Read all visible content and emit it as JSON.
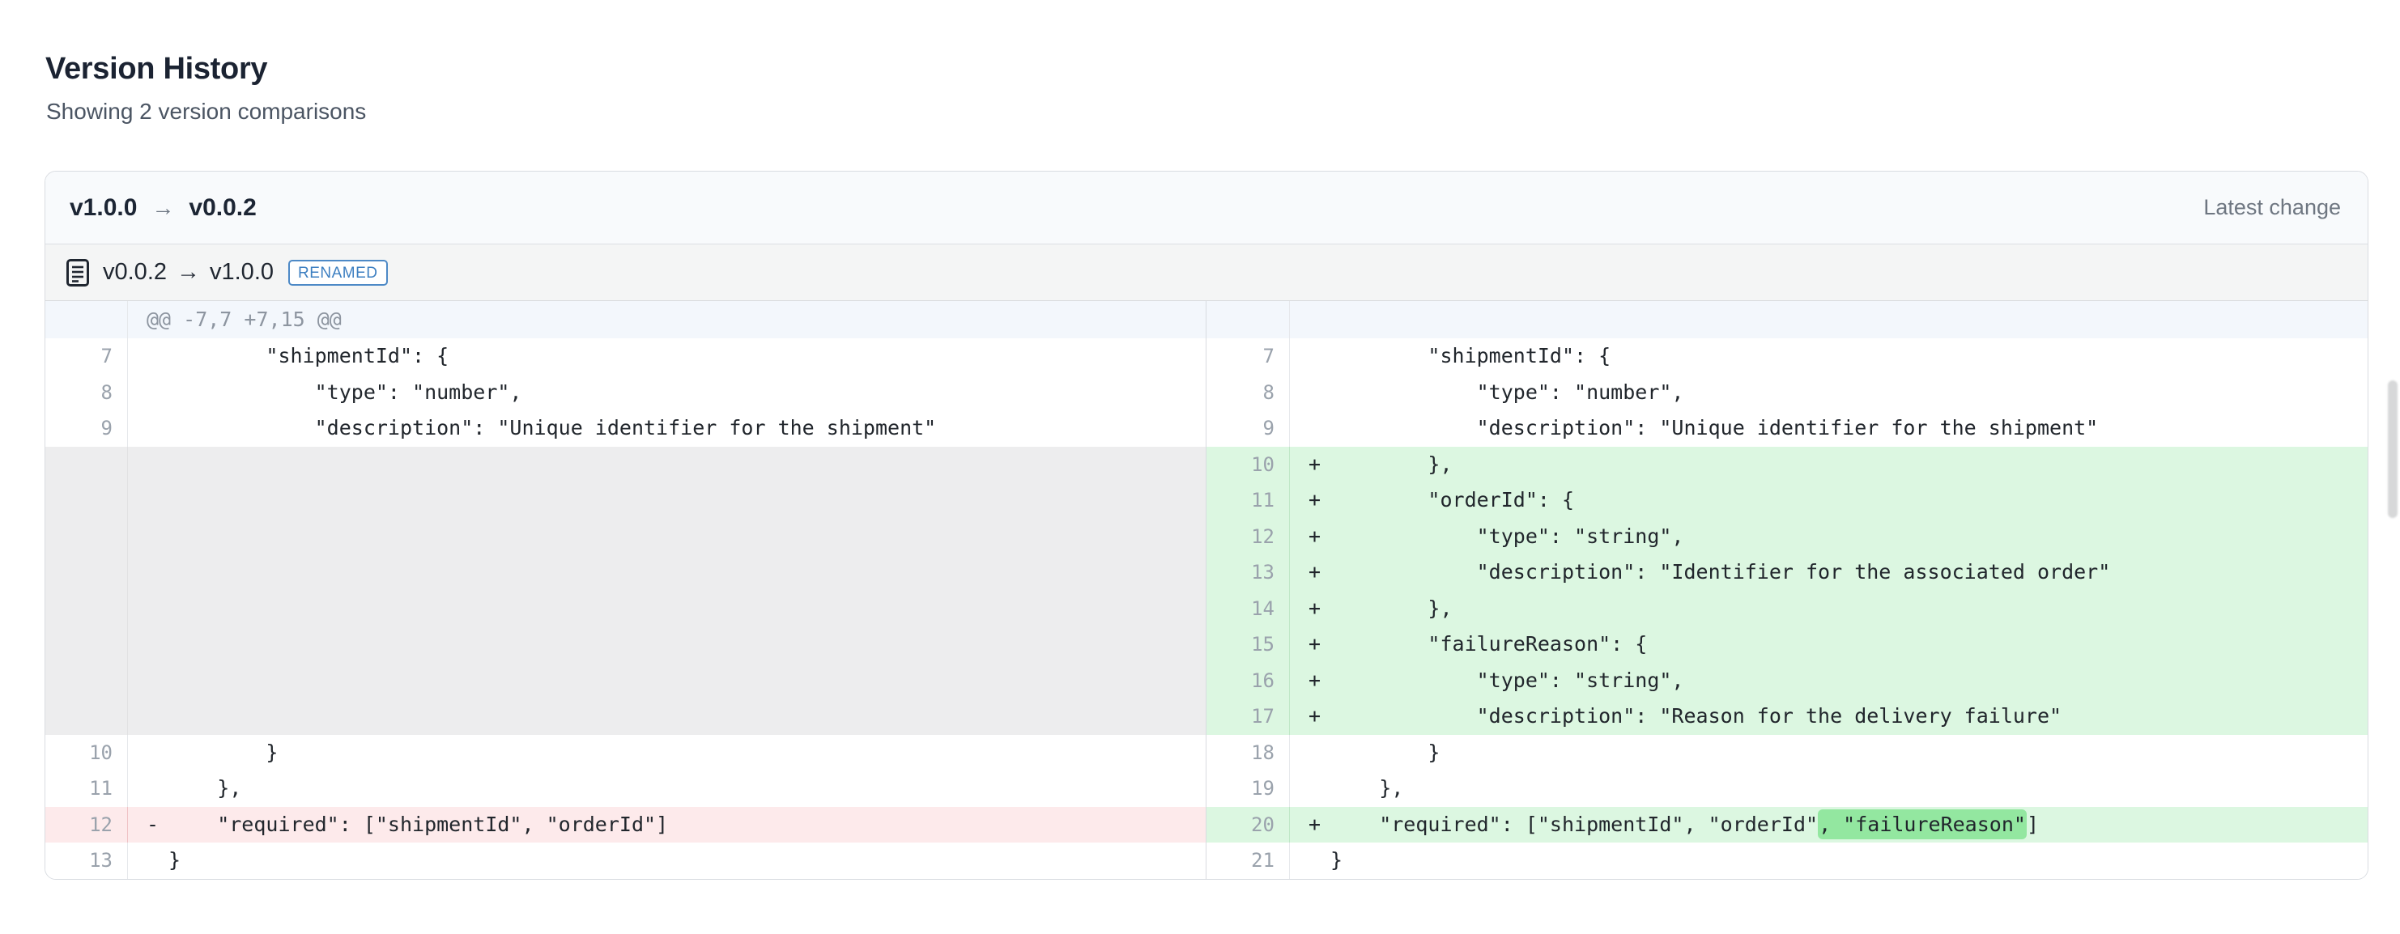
{
  "page": {
    "title": "Version History",
    "subtitle": "Showing 2 version comparisons"
  },
  "comparison": {
    "header": {
      "from": "v1.0.0",
      "arrow": "→",
      "to": "v0.0.2",
      "meta": "Latest change"
    },
    "file": {
      "from": "v0.0.2",
      "arrow": "→",
      "to": "v1.0.0",
      "badge": "RENAMED",
      "icon": "file-document-icon"
    },
    "diff": {
      "hunk_header": "@@ -7,7 +7,15 @@",
      "rows": [
        {
          "left": {
            "type": "hunk",
            "text": "@@ -7,7 +7,15 @@"
          },
          "right": {
            "type": "hunk",
            "text": ""
          }
        },
        {
          "left": {
            "type": "context",
            "num": "7",
            "text": "        \"shipmentId\": {"
          },
          "right": {
            "type": "context",
            "num": "7",
            "text": "        \"shipmentId\": {"
          }
        },
        {
          "left": {
            "type": "context",
            "num": "8",
            "text": "            \"type\": \"number\","
          },
          "right": {
            "type": "context",
            "num": "8",
            "text": "            \"type\": \"number\","
          }
        },
        {
          "left": {
            "type": "context",
            "num": "9",
            "text": "            \"description\": \"Unique identifier for the shipment\""
          },
          "right": {
            "type": "context",
            "num": "9",
            "text": "            \"description\": \"Unique identifier for the shipment\""
          }
        },
        {
          "left": {
            "type": "empty"
          },
          "right": {
            "type": "added",
            "num": "10",
            "mark": "+",
            "text": "        },"
          }
        },
        {
          "left": {
            "type": "empty"
          },
          "right": {
            "type": "added",
            "num": "11",
            "mark": "+",
            "text": "        \"orderId\": {"
          }
        },
        {
          "left": {
            "type": "empty"
          },
          "right": {
            "type": "added",
            "num": "12",
            "mark": "+",
            "text": "            \"type\": \"string\","
          }
        },
        {
          "left": {
            "type": "empty"
          },
          "right": {
            "type": "added",
            "num": "13",
            "mark": "+",
            "text": "            \"description\": \"Identifier for the associated order\""
          }
        },
        {
          "left": {
            "type": "empty"
          },
          "right": {
            "type": "added",
            "num": "14",
            "mark": "+",
            "text": "        },"
          }
        },
        {
          "left": {
            "type": "empty"
          },
          "right": {
            "type": "added",
            "num": "15",
            "mark": "+",
            "text": "        \"failureReason\": {"
          }
        },
        {
          "left": {
            "type": "empty"
          },
          "right": {
            "type": "added",
            "num": "16",
            "mark": "+",
            "text": "            \"type\": \"string\","
          }
        },
        {
          "left": {
            "type": "empty"
          },
          "right": {
            "type": "added",
            "num": "17",
            "mark": "+",
            "text": "            \"description\": \"Reason for the delivery failure\""
          }
        },
        {
          "left": {
            "type": "context",
            "num": "10",
            "text": "        }"
          },
          "right": {
            "type": "context",
            "num": "18",
            "text": "        }"
          }
        },
        {
          "left": {
            "type": "context",
            "num": "11",
            "text": "    },"
          },
          "right": {
            "type": "context",
            "num": "19",
            "text": "    },"
          }
        },
        {
          "left": {
            "type": "removed",
            "num": "12",
            "mark": "-",
            "text": "    \"required\": [\"shipmentId\", \"orderId\"]"
          },
          "right": {
            "type": "added",
            "num": "20",
            "mark": "+",
            "segments": [
              {
                "text": "    \"required\": [\"shipmentId\", \"orderId\""
              },
              {
                "text": ", \"failureReason\"",
                "highlight": true
              },
              {
                "text": "]"
              }
            ]
          }
        },
        {
          "left": {
            "type": "context",
            "num": "13",
            "text": "}"
          },
          "right": {
            "type": "context",
            "num": "21",
            "text": "}"
          }
        }
      ]
    }
  },
  "colors": {
    "added_bg": "#dcf7e1",
    "added_word_highlight": "#93e7a0",
    "removed_bg": "#fdeaeb",
    "empty_bg": "#ededee",
    "hunk_bg": "#f3f7fc",
    "badge_blue": "#3d7fc1",
    "card_header_bg": "#f8fafc",
    "file_header_bg": "#f4f5f5"
  }
}
